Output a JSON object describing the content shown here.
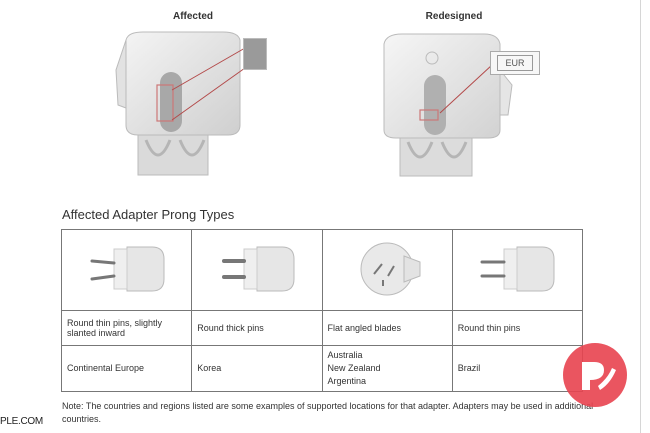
{
  "figure": {
    "captions": {
      "affected": "Affected",
      "redesigned": "Redesigned"
    },
    "eur_label": "EUR"
  },
  "section_title": "Affected Adapter Prong Types",
  "table": {
    "columns": [
      {
        "type": "Round thin pins, slightly slanted inward",
        "countries": [
          "Continental Europe"
        ],
        "image": "round-thin-slanted-pins"
      },
      {
        "type": "Round thick pins",
        "countries": [
          "Korea"
        ],
        "image": "round-thick-pins"
      },
      {
        "type": "Flat angled blades",
        "countries": [
          "Australia",
          "New Zealand",
          "Argentina"
        ],
        "image": "flat-angled-blades"
      },
      {
        "type": "Round thin pins",
        "countries": [
          "Brazil"
        ],
        "image": "round-thin-pins"
      }
    ]
  },
  "note": "Note: The countries and regions listed are some examples of supported locations for that adapter. Adapters may be used in additional countries.",
  "edge_text": "PLE.COM",
  "colors": {
    "logo_red": "#e8424f",
    "zoom_line": "#b34a4a"
  }
}
